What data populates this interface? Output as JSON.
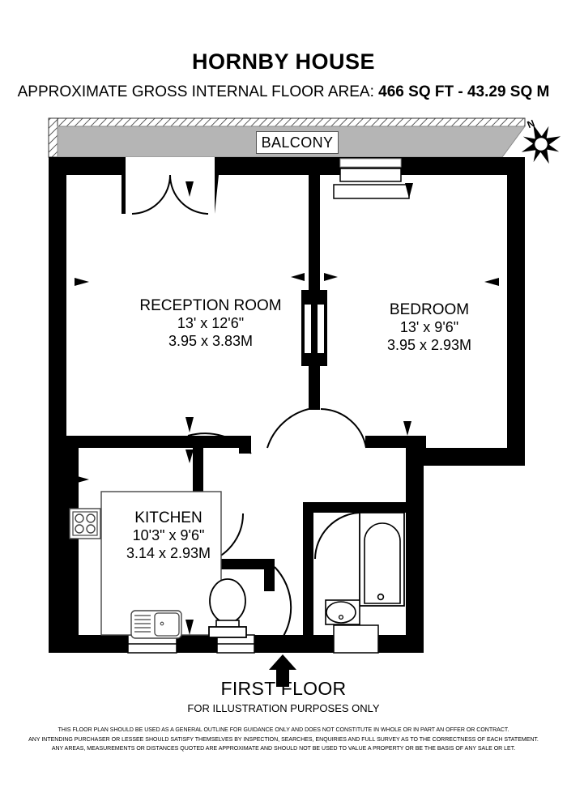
{
  "header": {
    "title": "HORNBY HOUSE",
    "area_label": "APPROXIMATE GROSS INTERNAL FLOOR AREA:",
    "area_value": "466 SQ FT  -  43.29 SQ M"
  },
  "compass": {
    "north_label": "N",
    "icon": "compass-rose-icon"
  },
  "balcony": {
    "label": "BALCONY"
  },
  "rooms": [
    {
      "id": "reception",
      "name": "RECEPTION ROOM",
      "imperial": "13' x 12'6\"",
      "metric": "3.95 x 3.83M"
    },
    {
      "id": "bedroom",
      "name": "BEDROOM",
      "imperial": "13' x 9'6\"",
      "metric": "3.95 x 2.93M"
    },
    {
      "id": "kitchen",
      "name": "KITCHEN",
      "imperial": "10'3\" x 9'6\"",
      "metric": "3.14 x 2.93M"
    }
  ],
  "fixtures": [
    {
      "name": "hob-icon",
      "room": "kitchen"
    },
    {
      "name": "kitchen-sink-icon",
      "room": "kitchen"
    },
    {
      "name": "toilet-icon",
      "room": "wc"
    },
    {
      "name": "bathtub-icon",
      "room": "bathroom"
    },
    {
      "name": "wash-basin-icon",
      "room": "bathroom"
    }
  ],
  "entrance": {
    "name": "entrance-arrow-icon"
  },
  "footer": {
    "floor_label": "FIRST FLOOR",
    "illustration_label": "FOR ILLUSTRATION PURPOSES ONLY",
    "disclaimer_line1": "THIS FLOOR PLAN SHOULD BE USED AS A GENERAL OUTLINE FOR GUIDANCE ONLY AND DOES NOT CONSTITUTE IN WHOLE OR IN PART AN OFFER OR CONTRACT.",
    "disclaimer_line2": "ANY INTENDING PURCHASER OR LESSEE SHOULD SATISFY THEMSELVES BY INSPECTION, SEARCHES, ENQUIRIES AND FULL SURVEY AS TO THE CORRECTNESS OF EACH STATEMENT.",
    "disclaimer_line3": "ANY AREAS, MEASUREMENTS OR DISTANCES QUOTED ARE APPROXIMATE AND SHOULD NOT BE USED TO VALUE A PROPERTY OR BE THE BASIS OF ANY SALE OR LET."
  },
  "colors": {
    "wall": "#000000",
    "balcony_fill": "#b5b5b5",
    "paper": "#ffffff",
    "fixture_stroke": "#1a1a1a"
  }
}
